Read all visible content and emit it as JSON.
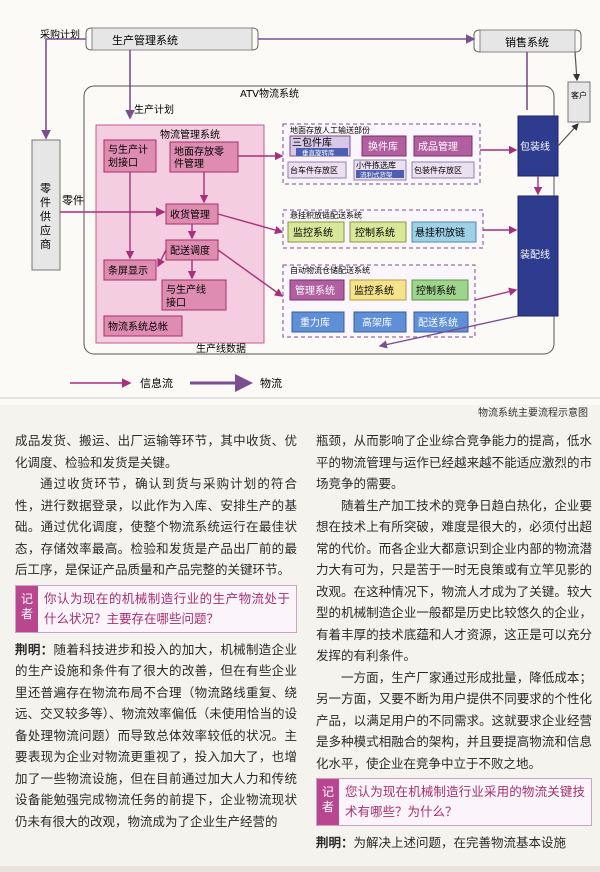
{
  "diagram": {
    "top_labels": {
      "purchase_plan": "采购计划",
      "production_mgmt": "生产管理系统",
      "sales": "销售系统",
      "customer": "客户"
    },
    "left": {
      "supplier": "零件供应商",
      "parts": "零件"
    },
    "atv": {
      "title": "ATV物流系统",
      "production_plan": "生产计划",
      "production_line_data": "生产线数据"
    },
    "lm": {
      "title": "物流管理系统",
      "plan_interface": "与生产计划接口",
      "ground_store": "地面存放零件管理",
      "receiving": "收货管理",
      "screen": "条屏显示",
      "dispatch": "配送调度",
      "line_interface": "与生产线接口",
      "total_account": "物流系统总帐"
    },
    "ground_zone": {
      "title": "地面存放人工输送部份",
      "tpl_a": "三包件库",
      "tpl_b": "垂直旋转库",
      "exchange": "换件库",
      "finished": "成品管理",
      "trolley": "台车件存放区",
      "small_a": "小件拣选库",
      "small_b": "流利式货架",
      "packed": "包装件存放区"
    },
    "hang_zone": {
      "title": "悬挂积放链配送系统",
      "monitor": "监控系统",
      "control": "控制系统",
      "chain": "悬挂积放链"
    },
    "auto_zone": {
      "title": "自动物流仓储配送系统",
      "mgmt": "管理系统",
      "monitor": "监控系统",
      "control": "控制系统",
      "gravity": "重力库",
      "high": "高架库",
      "delivery": "配送系统"
    },
    "lines": {
      "packaging": "包装线",
      "assembly": "装配线"
    },
    "legend": {
      "info": "信息流",
      "material": "物流"
    }
  },
  "caption": "物流系统主要流程示意图",
  "left_column": {
    "p1": "成品发货、搬运、出厂运输等环节，其中收货、优化调度、检验和发货是关键。",
    "p2": "通过收货环节，确认到货与采购计划的符合性，进行数据登录，以此作为入库、安排生产的基础。通过优化调度，使整个物流系统运行在最佳状态，存储效率最高。检验和发货是产品出厂前的最后工序，是保证产品质量和产品完整的关键环节。",
    "q_tag": "记者",
    "q1": "你认为现在的机械制造行业的生产物流处于什么状况？主要存在哪些问题？",
    "speaker": "荆明：",
    "a1": "随着科技进步和投入的加大，机械制造企业的生产设施和条件有了很大的改善，但在有些企业里还普遍存在物流布局不合理（物流路线重复、绕远、交叉较多等）、物流效率偏低（未使用恰当的设备处理物流问题）而导致总体效率较低的状况。主要表现为企业对物流更重视了，投入加大了，也增加了一些物流设施，但在目前通过加大人力和传统设备能勉强完成物流任务的前提下，企业物流现状仍未有很大的改观，物流成为了企业生产经营的"
  },
  "right_column": {
    "p1": "瓶颈，从而影响了企业综合竞争能力的提高，低水平的物流管理与运作已经越来越不能适应激烈的市场竞争的需要。",
    "p2": "随着生产加工技术的竞争日趋白热化，企业要想在技术上有所突破，难度是很大的，必须付出超常的代价。而各企业大都意识到企业内部的物流潜力大有可为，只是苦于一时无良策或有立竿见影的改观。在这种情况下，物流人才成为了关键。较大型的机械制造企业一般都是历史比较悠久的企业，有着丰厚的技术底蕴和人才资源，这正是可以充分发挥的有利条件。",
    "p3": "一方面，生产厂家通过形成批量，降低成本；另一方面，又要不断为用户提供不同要求的个性化产品，以满足用户的不同需求。这就要求企业经营是多种模式相融合的架构，并且要提高物流和信息化水平，使企业在竞争中立于不败之地。",
    "q_tag": "记者",
    "q2": "您认为现在机械制造行业采用的物流关键技术有哪些？为什么？",
    "speaker": "荆明：",
    "a2": "为解决上述问题，在完善物流基本设施"
  }
}
